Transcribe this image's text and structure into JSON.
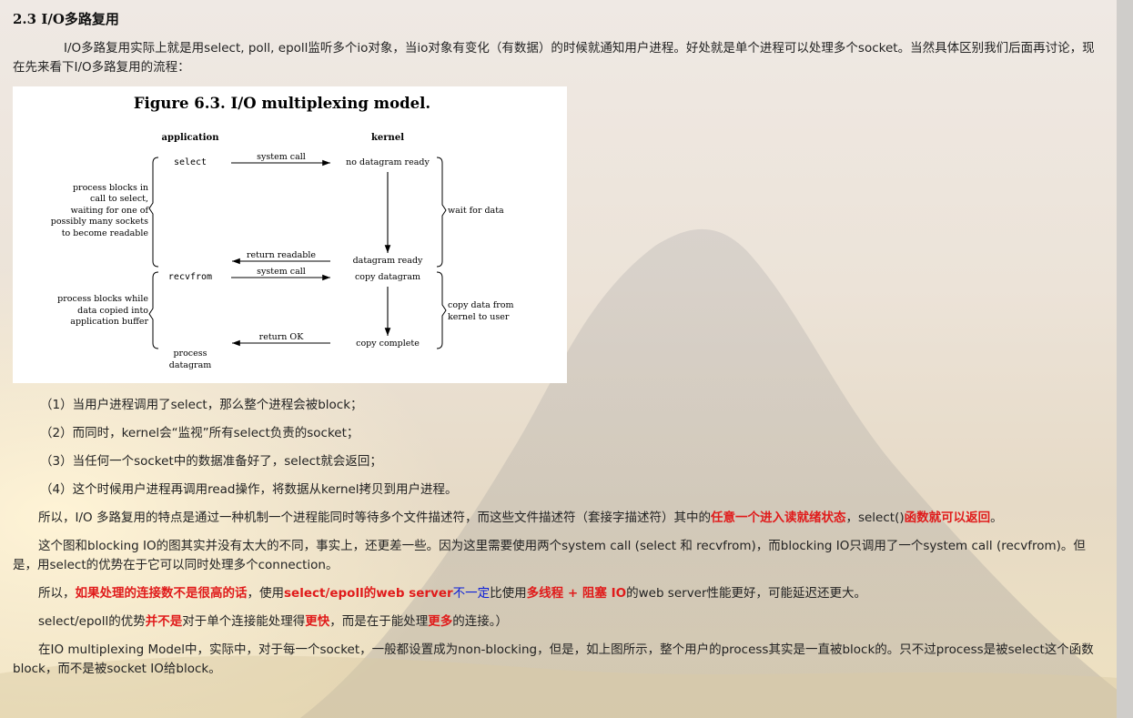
{
  "section_title": "2.3 I/O多路复用",
  "intro": "I/O多路复用实际上就是用select, poll, epoll监听多个io对象，当io对象有变化（有数据）的时候就通知用户进程。好处就是单个进程可以处理多个socket。当然具体区别我们后面再讨论，现在先来看下I/O多路复用的流程：",
  "figure": {
    "title": "Figure 6.3. I/O multiplexing model.",
    "col_application": "application",
    "col_kernel": "kernel",
    "select": "select",
    "system_call_1": "system call",
    "no_datagram_ready": "no datagram ready",
    "blocks_select": [
      "process blocks in",
      "call to select,",
      "waiting for one of",
      "possibly many sockets",
      "to become readable"
    ],
    "wait_for_data": "wait for data",
    "return_readable": "return readable",
    "datagram_ready": "datagram ready",
    "recvfrom": "recvfrom",
    "system_call_2": "system call",
    "copy_datagram": "copy datagram",
    "blocks_copy": [
      "process blocks while",
      "data copied into",
      "application buffer"
    ],
    "copy_data_from": [
      "copy data from",
      "kernel to user"
    ],
    "return_ok": "return OK",
    "copy_complete": "copy complete",
    "process_datagram": [
      "process",
      "datagram"
    ]
  },
  "steps": [
    "（1）当用户进程调用了select，那么整个进程会被block；",
    "（2）而同时，kernel会“监视”所有select负责的socket；",
    "（3）当任何一个socket中的数据准备好了，select就会返回；",
    "（4）这个时候用户进程再调用read操作，将数据从kernel拷贝到用户进程。"
  ],
  "para1": {
    "a": "所以，I/O 多路复用的特点是通过一种机制一个进程能同时等待多个文件描述符，而这些文件描述符（套接字描述符）其中的",
    "b": "任意一个进入读就绪状态",
    "c": "，select()",
    "d": "函数就可以返回",
    "e": "。"
  },
  "para2": "这个图和blocking IO的图其实并没有太大的不同，事实上，还更差一些。因为这里需要使用两个system call (select 和 recvfrom)，而blocking IO只调用了一个system call (recvfrom)。但是，用select的优势在于它可以同时处理多个connection。",
  "para3": {
    "a": "所以，",
    "b": "如果处理的连接数不是很高的话",
    "c": "，使用",
    "d": "select/epoll的web server",
    "e": "不一定",
    "f": "比使用",
    "g": "多线程 + 阻塞 IO",
    "h": "的web server性能更好，可能延迟还更大。"
  },
  "para4": {
    "a": "select/epoll的优势",
    "b": "并不是",
    "c": "对于单个连接能处理得",
    "d": "更快",
    "e": "，而是在于能处理",
    "f": "更多",
    "g": "的连接。）"
  },
  "para5": "在IO multiplexing Model中，实际中，对于每一个socket，一般都设置成为non-blocking，但是，如上图所示，整个用户的process其实是一直被block的。只不过process是被select这个函数block，而不是被socket IO给block。"
}
